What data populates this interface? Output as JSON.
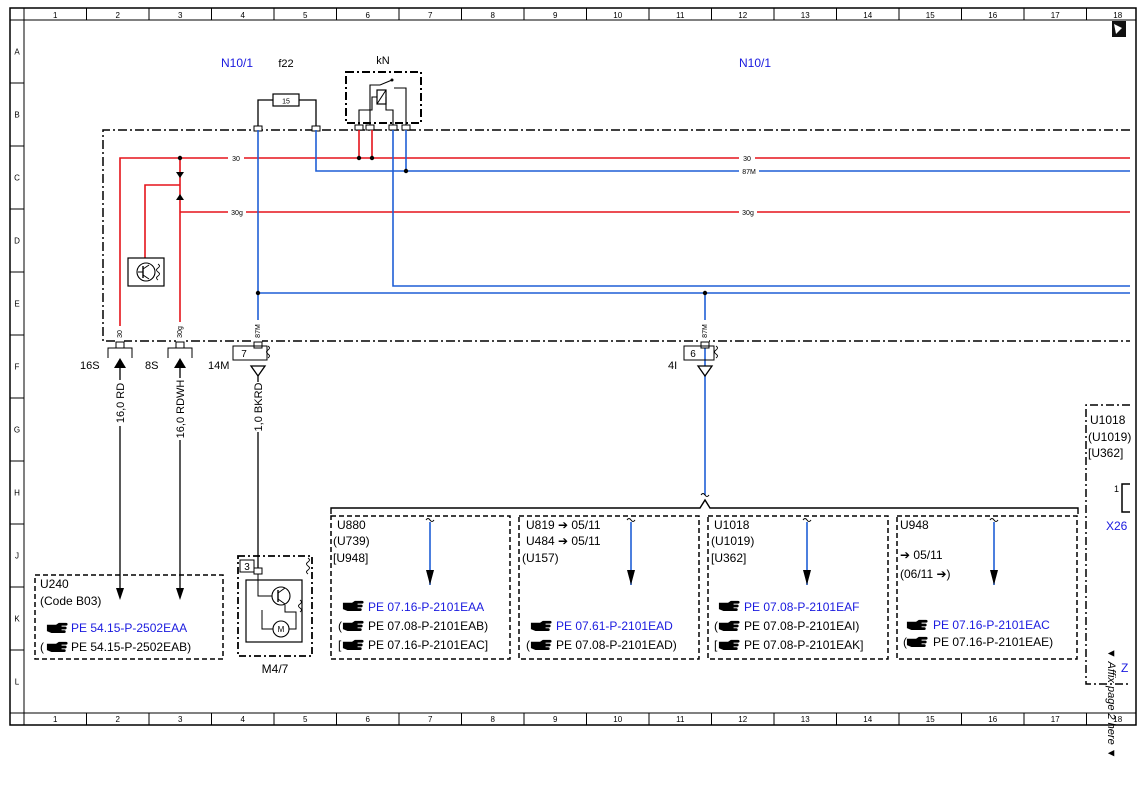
{
  "colors": {
    "red": "#e5141b",
    "blue": "#1f5fd6",
    "link_blue": "#1a1adf",
    "black": "#000000"
  },
  "grid": {
    "columns": [
      "1",
      "2",
      "3",
      "4",
      "5",
      "6",
      "7",
      "8",
      "9",
      "10",
      "11",
      "12",
      "13",
      "14",
      "15",
      "16",
      "17",
      "18"
    ],
    "rows": [
      "A",
      "B",
      "C",
      "D",
      "E",
      "F",
      "G",
      "H",
      "J",
      "K",
      "L"
    ]
  },
  "labels": {
    "n10_left": "N10/1",
    "n10_right": "N10/1",
    "fuse_name": "f22",
    "fuse_value": "15",
    "relay_name": "kN",
    "wire_30": "30",
    "wire_30_right": "30",
    "wire_87m": "87M",
    "wire_30g": "30g",
    "wire_30g_right": "30g",
    "conn_16s": "16S",
    "conn_8s": "8S",
    "conn_14m": "14M",
    "conn_4i": "4I",
    "pin_7": "7",
    "pin_6": "6",
    "pin_3": "3",
    "pin_1": "1",
    "vert_30": "30",
    "vert_30g": "30g",
    "vert_87m_a": "87M",
    "vert_87m_b": "87M",
    "wire1": "16,0 RD",
    "wire2": "16,0 RDWH",
    "wire3": "1,0 BKRD",
    "m47": "M4/7",
    "x26": "X26",
    "edge_z": "Z",
    "affix": "▼ Affix page 2 here ▼"
  },
  "boxes": {
    "u240": {
      "lines": [
        "U240",
        "(Code B03)"
      ],
      "links": [
        {
          "pre": "",
          "text": "PE 54.15-P-2502EAA",
          "post": "",
          "blue": true
        },
        {
          "pre": "(",
          "text": "PE 54.15-P-2502EAB)",
          "post": "",
          "blue": false
        }
      ]
    },
    "u880": {
      "lines": [
        "U880",
        "(U739)",
        "[U948]"
      ],
      "links": [
        {
          "pre": "",
          "text": "PE 07.16-P-2101EAA",
          "post": "",
          "blue": true
        },
        {
          "pre": "(",
          "text": "PE 07.08-P-2101EAB)",
          "post": "",
          "blue": false
        },
        {
          "pre": "[",
          "text": "PE 07.16-P-2101EAC]",
          "post": "",
          "blue": false
        }
      ]
    },
    "u819": {
      "lines": [
        "U819 ➔ 05/11",
        "U484 ➔ 05/11",
        "(U157)"
      ],
      "links": [
        {
          "pre": "",
          "text": "PE 07.61-P-2101EAD",
          "post": "",
          "blue": true
        },
        {
          "pre": "(",
          "text": "PE 07.08-P-2101EAD)",
          "post": "",
          "blue": false
        }
      ]
    },
    "u1018": {
      "lines": [
        "U1018",
        "(U1019)",
        "[U362]"
      ],
      "links": [
        {
          "pre": "",
          "text": "PE 07.08-P-2101EAF",
          "post": "",
          "blue": true
        },
        {
          "pre": "(",
          "text": "PE 07.08-P-2101EAI)",
          "post": "",
          "blue": false
        },
        {
          "pre": "[",
          "text": "PE 07.08-P-2101EAK]",
          "post": "",
          "blue": false
        }
      ]
    },
    "u948": {
      "lines": [
        "U948",
        "",
        "➔ 05/11",
        "(06/11 ➔)"
      ],
      "links": [
        {
          "pre": "",
          "text": "PE 07.16-P-2101EAC",
          "post": "",
          "blue": true
        },
        {
          "pre": "(",
          "text": "PE 07.16-P-2101EAE)",
          "post": "",
          "blue": false
        }
      ]
    },
    "u1018_edge": {
      "lines": [
        "U1018",
        "(U1019)",
        "[U362]"
      ]
    }
  }
}
